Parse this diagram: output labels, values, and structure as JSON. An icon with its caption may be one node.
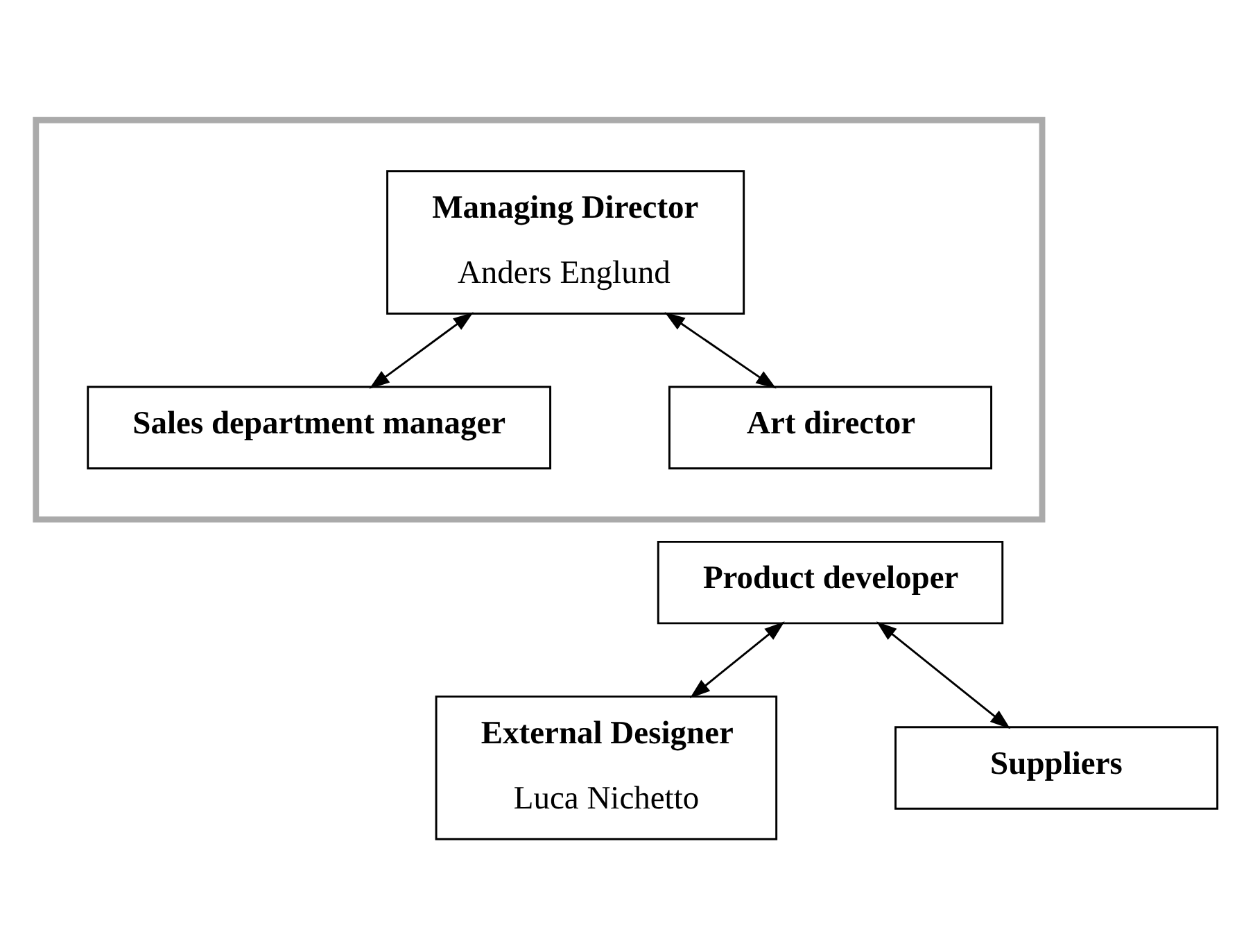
{
  "diagram": {
    "nodes": [
      {
        "text": [],
        "shape": "box"
      },
      {
        "text": [
          "Managing Director",
          "Anders Englund"
        ],
        "in": 0
      },
      {
        "text": [
          "Sales department manager"
        ],
        "in": 0
      },
      {
        "text": [
          "Art director"
        ],
        "in": 0
      },
      {
        "text": [
          "Product developer"
        ]
      },
      {
        "text": [
          "External Designer",
          "Luca Nichetto"
        ]
      },
      {
        "text": [
          "Suppliers"
        ]
      }
    ],
    "edges": [
      {
        "from": 1,
        "to": 2,
        "arrow": "both"
      },
      {
        "from": 1,
        "to": 3,
        "arrow": "both"
      },
      {
        "from": 4,
        "to": 5,
        "arrow": "both"
      },
      {
        "from": 4,
        "to": 6,
        "arrow": "both"
      }
    ]
  }
}
